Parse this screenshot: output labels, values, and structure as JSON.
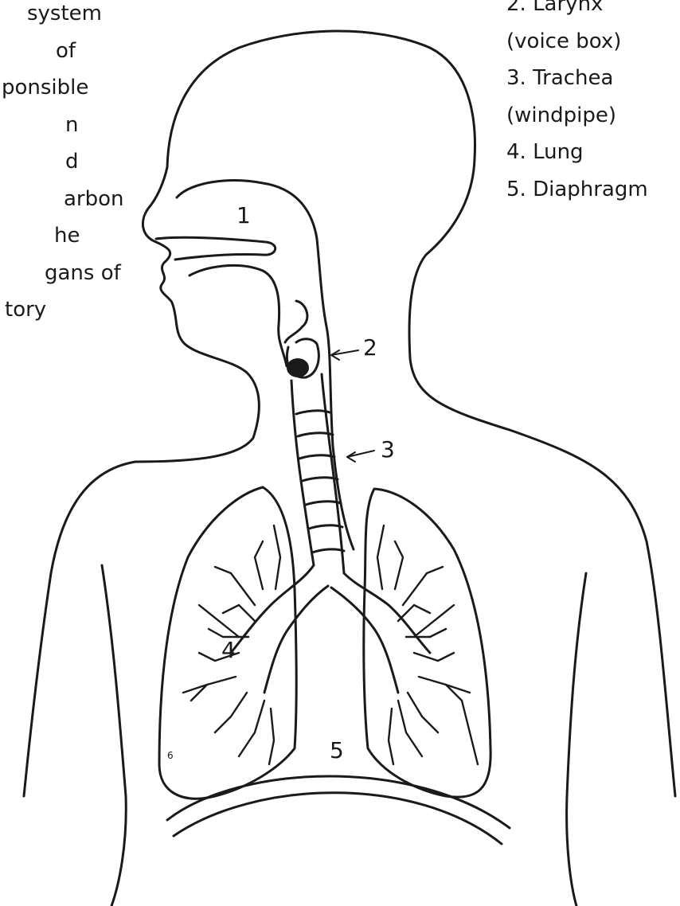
{
  "intro_lines": [
    "system",
    "of",
    "ponsible",
    "n",
    "d",
    "arbon",
    "he",
    "gans of",
    "tory"
  ],
  "legend": [
    "2. Larynx",
    "(voice box)",
    "3. Trachea",
    "(windpipe)",
    "4. Lung",
    "5. Diaphragm"
  ],
  "labels": {
    "n1": "1",
    "n2": "2",
    "n3": "3",
    "n4": "4",
    "n5": "5",
    "n6": "6"
  }
}
